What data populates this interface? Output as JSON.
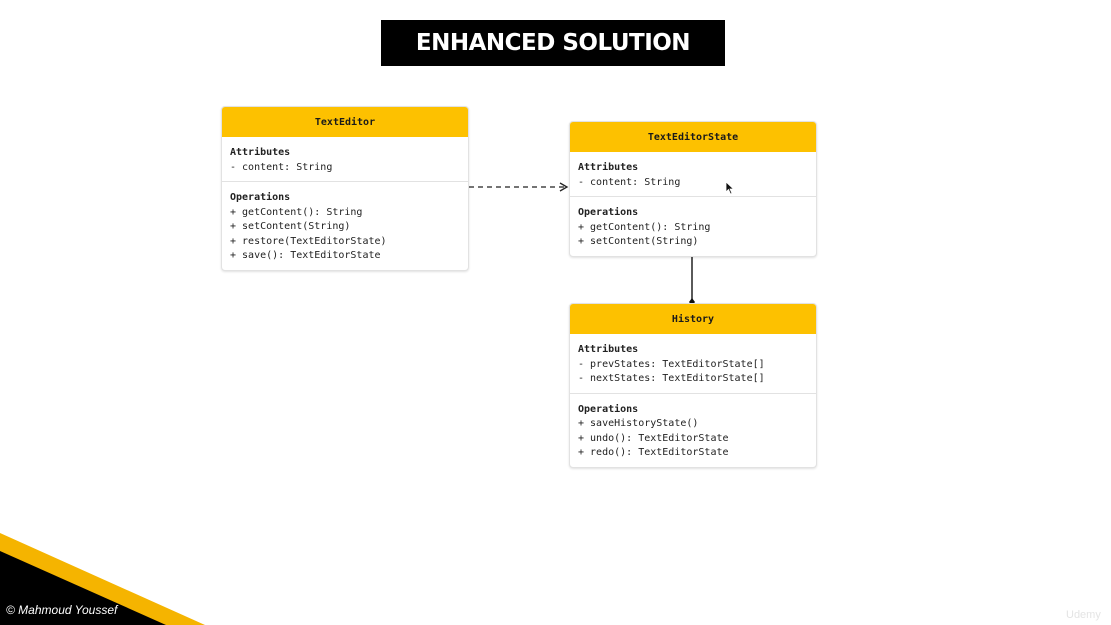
{
  "title": "ENHANCED SOLUTION",
  "colors": {
    "header_fill": "#fdc100",
    "banner_bg": "#000000",
    "banner_text": "#ffffff",
    "corner_accent": "#f5b400",
    "corner_dark": "#000000"
  },
  "classes": {
    "text_editor": {
      "name": "TextEditor",
      "attributes_title": "Attributes",
      "attributes": [
        "- content: String"
      ],
      "operations_title": "Operations",
      "operations": [
        "+ getContent(): String",
        "+ setContent(String)",
        "+ restore(TextEditorState)",
        "+ save(): TextEditorState"
      ]
    },
    "text_editor_state": {
      "name": "TextEditorState",
      "attributes_title": "Attributes",
      "attributes": [
        "- content: String"
      ],
      "operations_title": "Operations",
      "operations": [
        "+ getContent(): String",
        "+ setContent(String)"
      ]
    },
    "history": {
      "name": "History",
      "attributes_title": "Attributes",
      "attributes": [
        "- prevStates: TextEditorState[]",
        "- nextStates: TextEditorState[]"
      ],
      "operations_title": "Operations",
      "operations": [
        "+ saveHistoryState()",
        "+ undo(): TextEditorState",
        "+ redo(): TextEditorState"
      ]
    }
  },
  "relations": [
    {
      "from": "TextEditor",
      "to": "TextEditorState",
      "type": "dependency"
    },
    {
      "from": "History",
      "to": "TextEditorState",
      "type": "composition"
    }
  ],
  "footer": {
    "copyright": "© Mahmoud Youssef",
    "watermark": "Udemy"
  },
  "icons": {
    "cursor": "mouse-pointer-icon"
  }
}
